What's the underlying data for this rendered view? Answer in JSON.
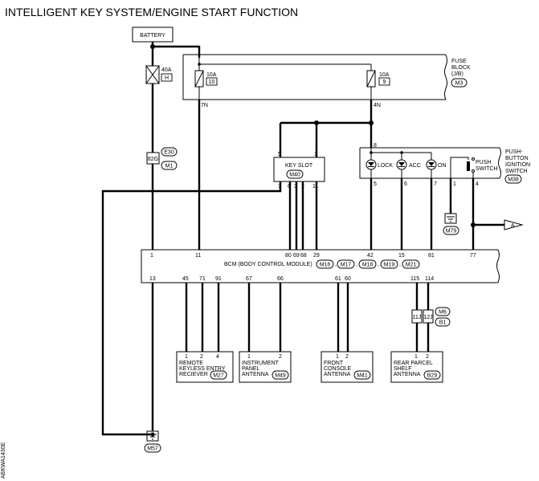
{
  "title": "INTELLIGENT KEY SYSTEM/ENGINE START FUNCTION",
  "side_code": "ABKWA1430E",
  "battery": "BATTERY",
  "fusible_link": {
    "rating": "40A",
    "id": "H"
  },
  "fuse_block": {
    "l1": "FUSE",
    "l2": "BLOCK",
    "l3": "(J/B)",
    "conn": "M3",
    "fuse_left": {
      "rating": "10A",
      "num": "10",
      "pin": "7N"
    },
    "fuse_right": {
      "rating": "10A",
      "num": "9",
      "pin": "4N"
    }
  },
  "joint_conn": {
    "pin": "82G",
    "top": "E30",
    "bottom": "M1"
  },
  "key_slot": {
    "label": "KEY SLOT",
    "conn": "M40",
    "top_pins": [
      "5",
      "1"
    ],
    "bottom_pins": [
      "7",
      "6",
      "3",
      "2",
      "11"
    ]
  },
  "push_switch": {
    "l1": "PUSH-",
    "l2": "BUTTON",
    "l3": "IGNITION",
    "l4": "SWITCH",
    "conn": "M38",
    "top_pin": "8",
    "indicators": [
      "LOCK",
      "ACC",
      "ON"
    ],
    "switch_l1": "PUSH",
    "switch_l2": "SWITCH",
    "bottom_pins": [
      "5",
      "6",
      "7",
      "1",
      "4"
    ]
  },
  "ground_m79": "M79",
  "arrow": "A",
  "bcm": {
    "label": "BCM (BODY CONTROL MODULE)",
    "conns": [
      "M16",
      "M17",
      "M18",
      "M19",
      "M21"
    ],
    "top_pins": [
      "1",
      "11",
      "80",
      "69",
      "68",
      "29",
      "42",
      "15",
      "81",
      "77"
    ],
    "bottom_pins": [
      "13",
      "45",
      "71",
      "91",
      "67",
      "66",
      "61",
      "60",
      "115",
      "114"
    ]
  },
  "jc2": {
    "a": "11J",
    "b": "12J",
    "top": "M6",
    "bottom": "B1"
  },
  "rke": {
    "pins": [
      "1",
      "2",
      "4"
    ],
    "l1": "REMOTE",
    "l2": "KEYLESS ENTRY",
    "l3": "RECIEVER",
    "conn": "M27"
  },
  "ip_ant": {
    "pins": [
      "1",
      "2"
    ],
    "l1": "INSTRUMENT",
    "l2": "PANEL",
    "l3": "ANTENNA",
    "conn": "M49"
  },
  "fc_ant": {
    "pins": [
      "1",
      "2"
    ],
    "l1": "FRONT",
    "l2": "CONSOLE",
    "l3": "ANTENNA",
    "conn": "M41"
  },
  "rp_ant": {
    "pins": [
      "1",
      "2"
    ],
    "l1": "REAR PARCEL",
    "l2": "SHELF",
    "l3": "ANTENNA",
    "conn": "B29"
  },
  "ground_m57": "M57"
}
